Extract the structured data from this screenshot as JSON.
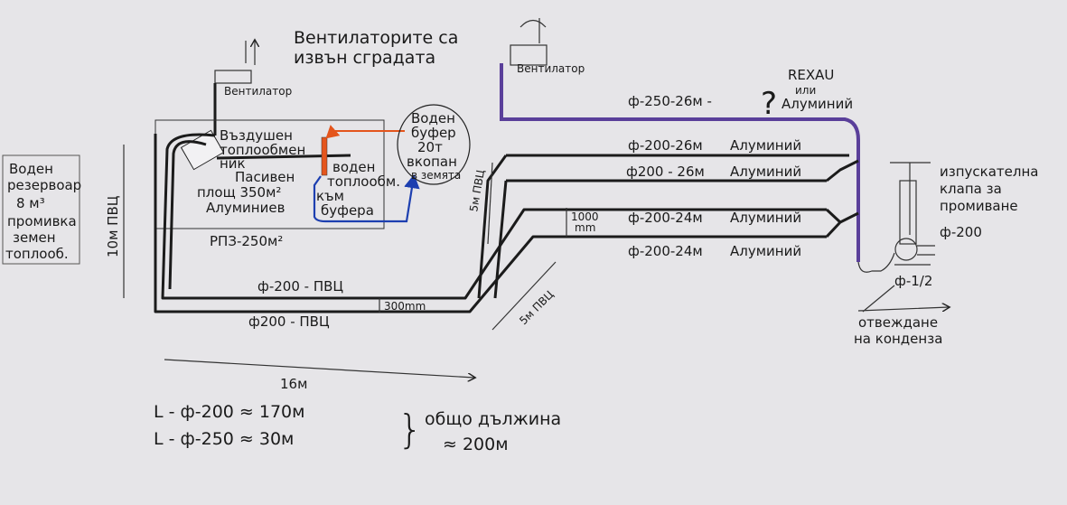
{
  "title": {
    "line1": "Вентилаторите са",
    "line2": "извън сградата"
  },
  "fans": {
    "left": "Вентилатор",
    "right": "Вентилатор"
  },
  "reservoir": {
    "line1": "Воден",
    "line2": "резервоар",
    "line3": "8 м³",
    "line4": "промивка",
    "line5": "земен",
    "line6": "топлооб."
  },
  "vertical_label": "10м ПВЦ",
  "exchanger_box": {
    "air_line1": "Въздушен",
    "air_line2": "топлообмен",
    "air_line3": "ник",
    "passive_line1": "Пасивен",
    "passive_line2": "площ 350м²",
    "passive_line3": "Алуминиев",
    "box_label": "РПЗ-250м²"
  },
  "water_exchanger": {
    "line1": "воден",
    "line2": "топлообм.",
    "line3": "към",
    "line4": "буфера"
  },
  "buffer": {
    "line1": "Воден",
    "line2": "буфер",
    "line3": "20т",
    "line4": "вкопан",
    "line5": "в земята"
  },
  "pvc_5m_top": "5м ПВЦ",
  "pvc_5m_bottom": "5м ПВЦ",
  "pipes": [
    {
      "spec": "ф-200-26м",
      "material": "Алуминий"
    },
    {
      "spec": "ф200 - 26м",
      "material": "Алуминий"
    },
    {
      "spec": "ф-200-24м",
      "material": "Алуминий"
    },
    {
      "spec": "ф-200-24м",
      "material": "Алуминий"
    }
  ],
  "main_pipe": {
    "spec": "ф-250-26м -",
    "q": "?",
    "opt1": "REXAU",
    "or": "или",
    "opt2": "Алуминий"
  },
  "spacing_1000": {
    "l1": "1000",
    "l2": "mm"
  },
  "spacing_300": "300mm",
  "pvc_pipes": {
    "upper": "ф-200 - ПВЦ",
    "lower": "ф200 - ПВЦ"
  },
  "width_label": "16м",
  "totals": {
    "l200": "L - ф-200  ≈  170м",
    "l250": "L - ф-250  ≈  30м",
    "brace": "}",
    "total_label": "общо дължина",
    "total_value": "≈ 200м"
  },
  "valve": {
    "line1": "изпускателна",
    "line2": "клапа за",
    "line3": "промиване",
    "dia": "ф-200",
    "drain_dia": "ф-1/2"
  },
  "condensate": {
    "line1": "отвеждане",
    "line2": "на конденза"
  },
  "colors": {
    "paper": "#e6e5e8",
    "ink": "#1b1b1b",
    "purple": "#5a3f9a",
    "orange": "#e4551c",
    "blue": "#1d3fb0"
  }
}
